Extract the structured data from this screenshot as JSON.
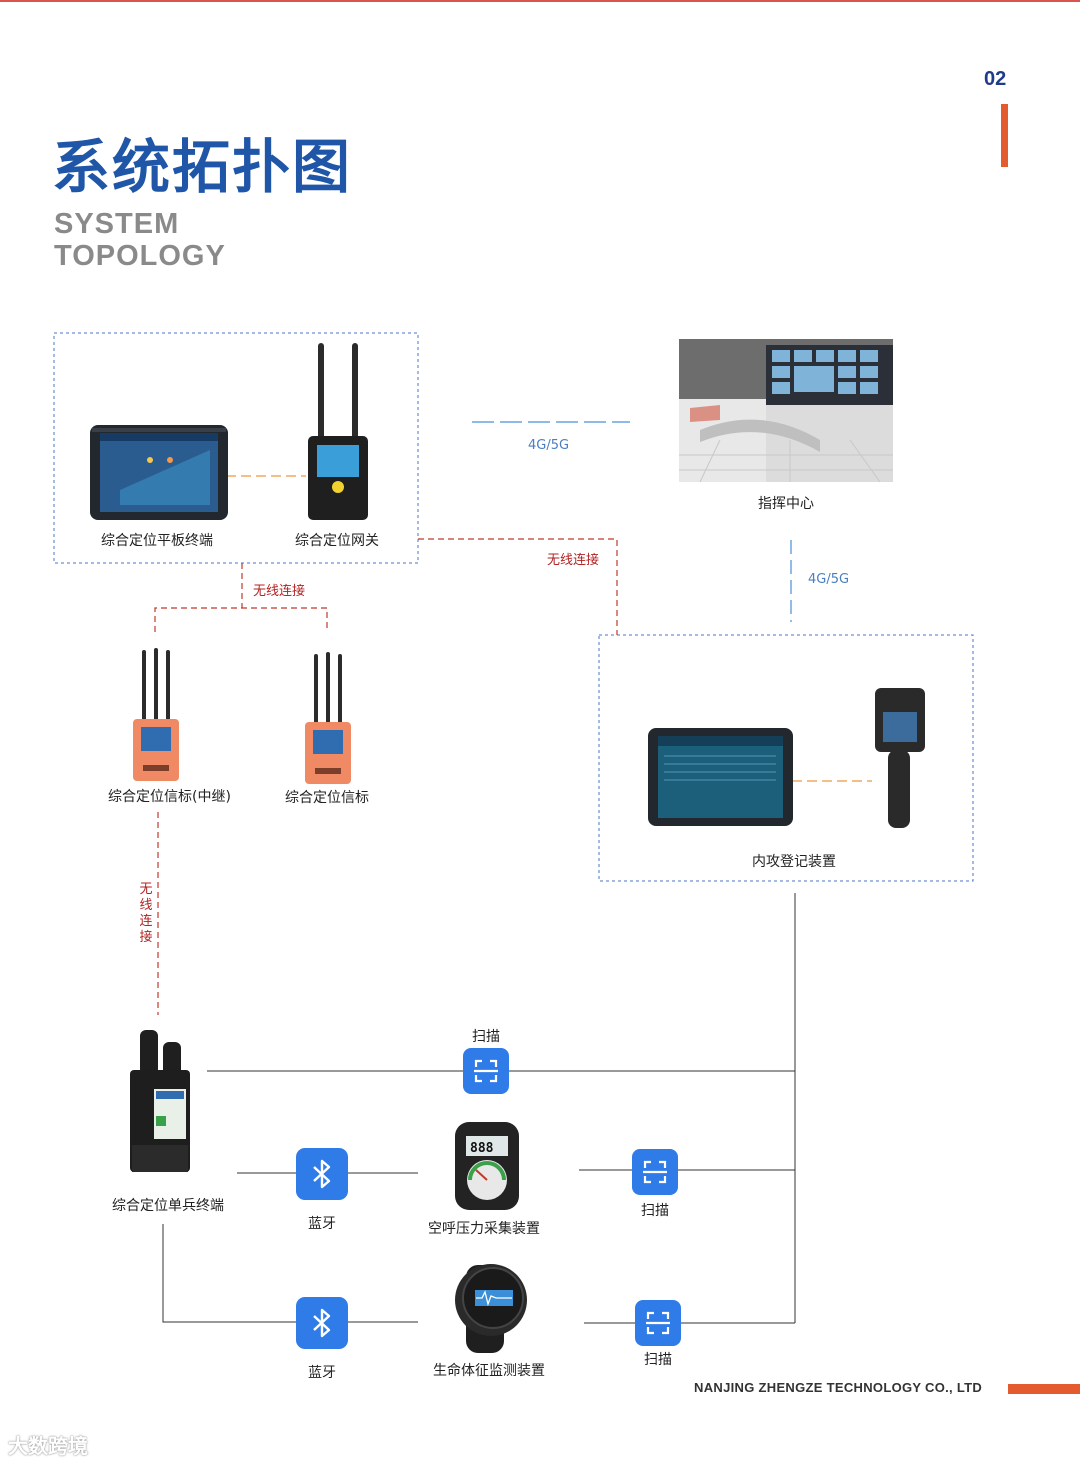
{
  "page_number": "02",
  "title_cn": "系统拓扑图",
  "title_en_line1": "SYSTEM",
  "title_en_line2": "TOPOLOGY",
  "nodes": {
    "tablet_terminal": "综合定位平板终端",
    "gateway": "综合定位网关",
    "command_center": "指挥中心",
    "beacon_relay": "综合定位信标(中继)",
    "beacon": "综合定位信标",
    "entry_registration": "内攻登记装置",
    "soldier_terminal": "综合定位单兵终端",
    "air_pressure": "空呼压力采集装置",
    "vital_monitor": "生命体征监测装置"
  },
  "links": {
    "network_top": "4G/5G",
    "network_right": "4G/5G",
    "wireless_right": "无线连接",
    "wireless_split": "无线连接",
    "wireless_vertical": "无线连接",
    "scan_top": "扫描",
    "scan_mid": "扫描",
    "scan_bottom": "扫描",
    "bluetooth_1": "蓝牙",
    "bluetooth_2": "蓝牙"
  },
  "colors": {
    "title": "#1f56a8",
    "accent": "#e45b2f",
    "wireless": "#c0392b",
    "network": "#4a90d9",
    "icon": "#2f7be8"
  },
  "footer": "NANJING ZHENGZE TECHNOLOGY CO., LTD",
  "watermark": "大数跨境"
}
